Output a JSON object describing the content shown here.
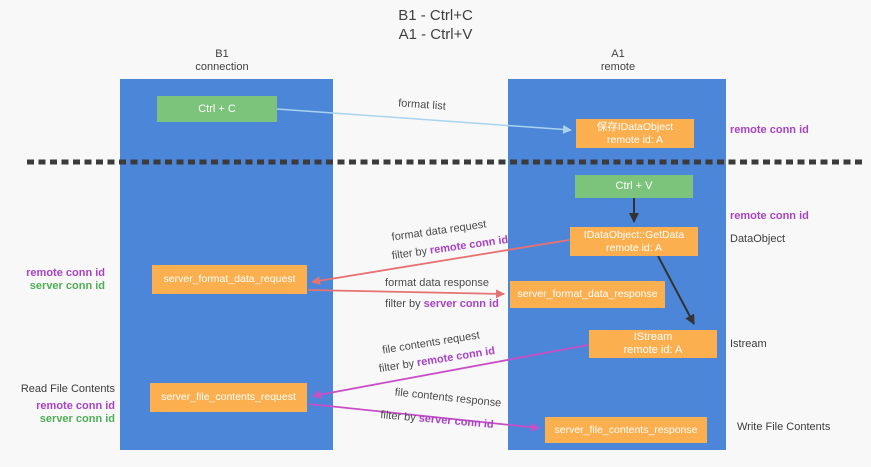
{
  "title": {
    "line1": "B1 - Ctrl+C",
    "line2": "A1 - Ctrl+V"
  },
  "lanes": {
    "left": {
      "title": "B1",
      "subtitle": "connection"
    },
    "right": {
      "title": "A1",
      "subtitle": "remote"
    }
  },
  "boxes": {
    "ctrl_c": "Ctrl + C",
    "ctrl_v": "Ctrl + V",
    "save_idataobject": {
      "line1": "保存IDataObject",
      "line2": "remote id: A"
    },
    "getdata": {
      "line1": "IDataObject::GetData",
      "line2": "remote id: A"
    },
    "istream": {
      "line1": "IStream",
      "line2": "remote id: A"
    },
    "server_format_data_request": "server_format_data_request",
    "server_format_data_response": "server_format_data_response",
    "server_file_contents_request": "server_file_contents_request",
    "server_file_contents_response": "server_file_contents_response"
  },
  "arrow_labels": {
    "format_list": "format list",
    "format_data_request": "format data request",
    "format_data_response": "format data response",
    "file_contents_request": "file contents request",
    "file_contents_response": "file contents response",
    "filter_by": "filter by",
    "remote_conn_id": "remote conn id",
    "server_conn_id": "server conn id"
  },
  "side_labels": {
    "remote_conn_id": "remote conn id",
    "server_conn_id": "server conn id",
    "dataobject": "DataObject",
    "istream": "Istream",
    "read_file_contents": "Read File Contents",
    "write_file_contents": "Write File Contents"
  },
  "colors": {
    "lane_blue": "#4c86d8",
    "box_green": "#7cc47c",
    "box_orange": "#fbaf4e",
    "arrow_light_blue": "#a9d3ee",
    "arrow_red": "#e87272",
    "arrow_magenta": "#c84fc8",
    "arrow_black": "#333333",
    "text_purple": "#a843c6",
    "text_green": "#4fae56",
    "background": "#f8f8f9"
  }
}
